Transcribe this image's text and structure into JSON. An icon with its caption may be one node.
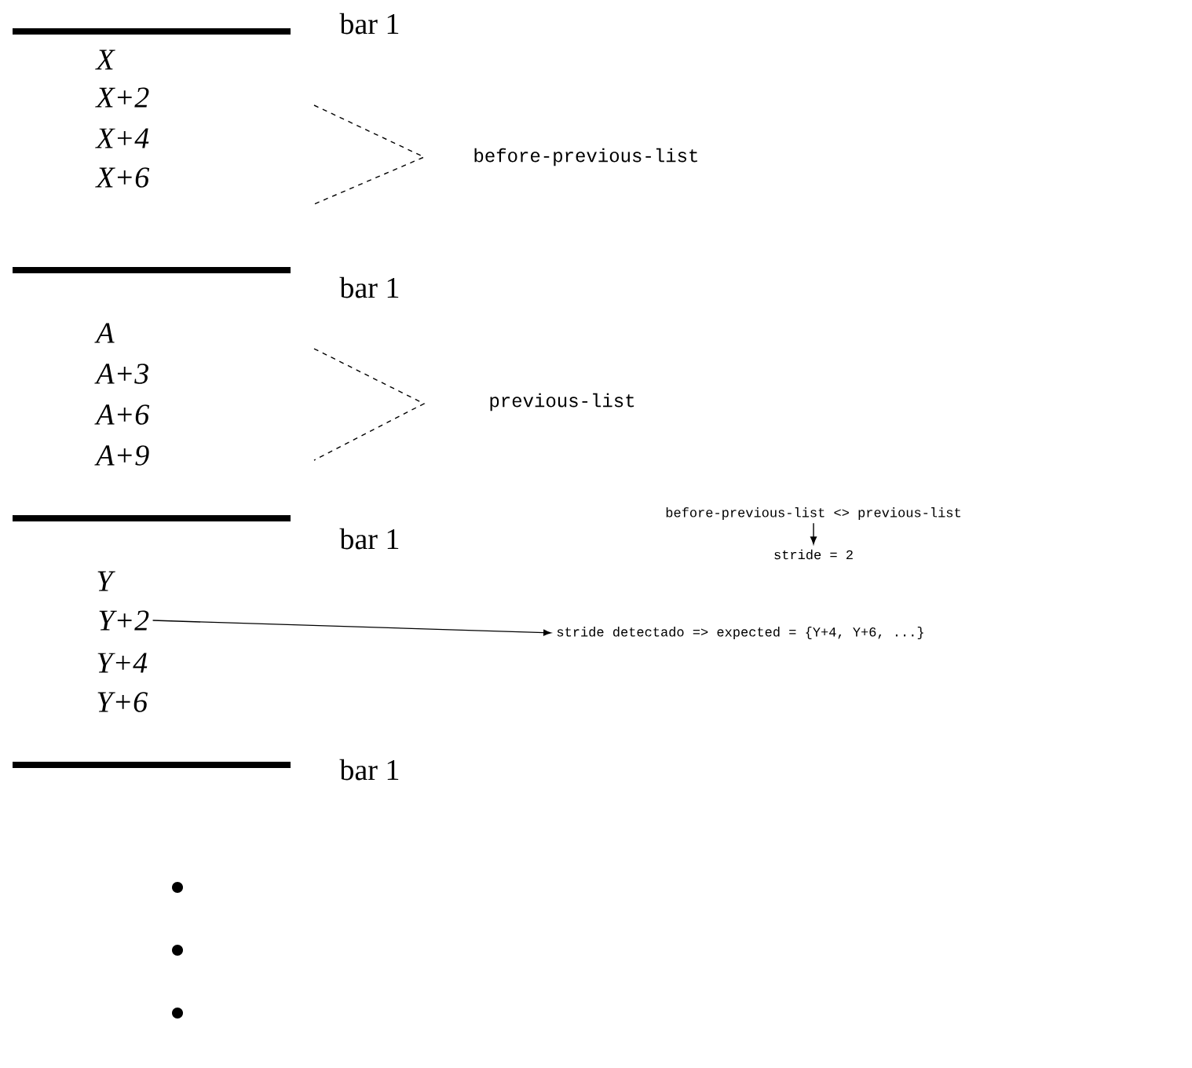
{
  "diagram": {
    "nodes": [
      {
        "text": [
          "before-previous-list <> previous-list"
        ]
      },
      {
        "text": [
          "stride = 2"
        ]
      },
      {
        "text": [
          "Y+2"
        ]
      },
      {
        "text": [
          "stride detectado => expected = {Y+4, Y+6, ...}"
        ]
      }
    ],
    "edges": [
      {
        "from": 0,
        "to": 1,
        "arrow": "to"
      },
      {
        "from": 2,
        "to": 3,
        "arrow": "to"
      }
    ],
    "labels": [
      "bar 1",
      "X",
      "X+2",
      "X+4",
      "X+6",
      "before-previous-list",
      "bar 1",
      "A",
      "A+3",
      "A+6",
      "A+9",
      "previous-list",
      "bar 1",
      "Y",
      "Y+4",
      "Y+6",
      "bar 1"
    ]
  }
}
